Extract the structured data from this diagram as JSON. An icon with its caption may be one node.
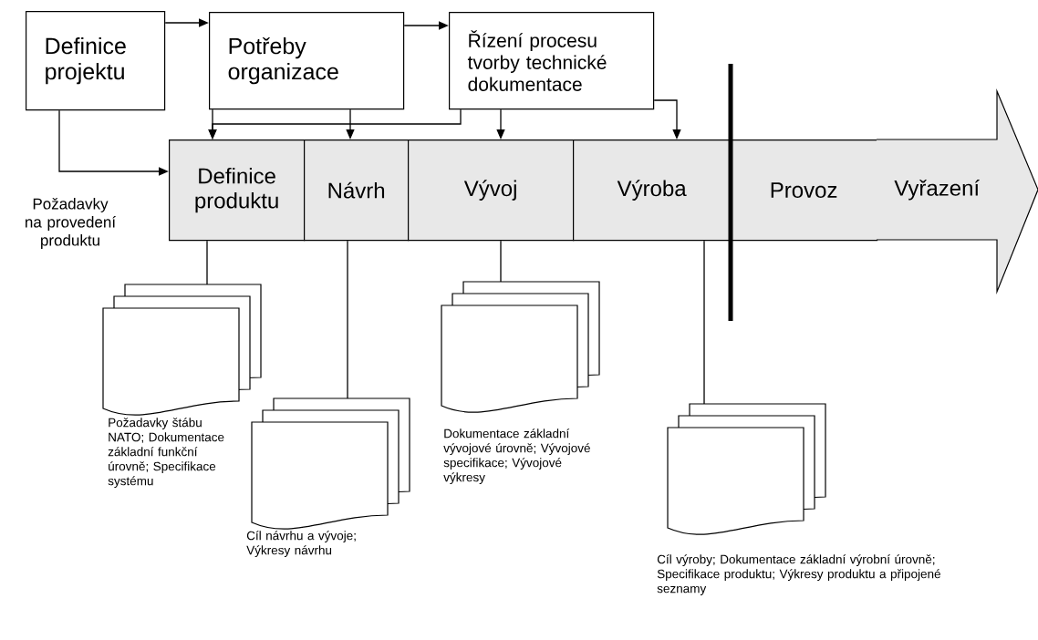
{
  "diagram": {
    "nodes": [
      {
        "text": [
          "Definice projektu"
        ]
      },
      {
        "text": [
          "Potřeby organizace"
        ]
      },
      {
        "text": [
          "Řízení procesu tvorby technické dokumentace"
        ]
      },
      {
        "text": [
          "Definice produktu"
        ]
      },
      {
        "text": [
          "Návrh"
        ]
      },
      {
        "text": [
          "Vývoj"
        ]
      },
      {
        "text": [
          "Výroba"
        ]
      },
      {
        "text": [
          "Provoz"
        ]
      },
      {
        "text": [
          "Vyřazení"
        ]
      },
      {
        "text": [
          "Požadavky štábu NATO; Dokumentace základní funkční úrovně; Specifikace systému"
        ]
      },
      {
        "text": [
          "Cíl návrhu a vývoje; Výkresy návrhu"
        ]
      },
      {
        "text": [
          "Dokumentace základní vývojové úrovně; Vývojové specifikace; Vývojové výkresy"
        ]
      },
      {
        "text": [
          "Cíl výroby; Dokumentace základní výrobní úrovně; Specifikace produktu; Výkresy produktu a připojené seznamy"
        ]
      }
    ],
    "edges": [
      {
        "from": 0,
        "to": 1,
        "arrow": "to"
      },
      {
        "from": 1,
        "to": 2,
        "arrow": "to"
      },
      {
        "from": 0,
        "to": 3,
        "arrow": "to",
        "label": "Požadavky na provedení produktu"
      },
      {
        "from": 1,
        "to": 3,
        "arrow": "to"
      },
      {
        "from": 1,
        "to": 4,
        "arrow": "to"
      },
      {
        "from": 2,
        "to": 3,
        "arrow": "to"
      },
      {
        "from": 2,
        "to": 5,
        "arrow": "to"
      },
      {
        "from": 2,
        "to": 6,
        "arrow": "to"
      },
      {
        "from": 3,
        "to": 9,
        "arrow": "none"
      },
      {
        "from": 4,
        "to": 10,
        "arrow": "none"
      },
      {
        "from": 5,
        "to": 11,
        "arrow": "none"
      },
      {
        "from": 6,
        "to": 12,
        "arrow": "none"
      }
    ]
  }
}
